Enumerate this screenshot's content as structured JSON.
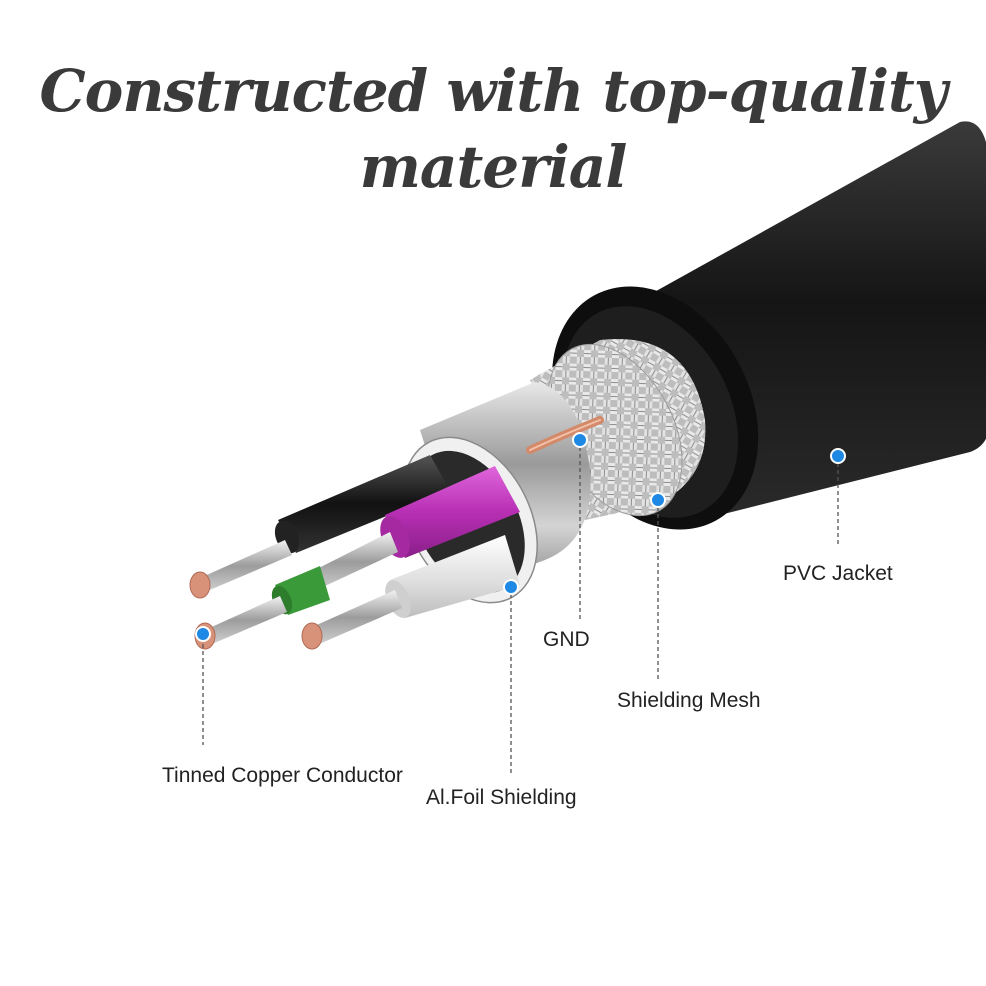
{
  "headline": {
    "line1": "Constructed with top-quality",
    "line2": "material"
  },
  "callouts": {
    "pvc_jacket": "PVC Jacket",
    "gnd": "GND",
    "shielding_mesh": "Shielding Mesh",
    "tinned_copper": "Tinned Copper Conductor",
    "foil_shielding": "Al.Foil Shielding"
  },
  "colors": {
    "title": "#3a3a3a",
    "jacket": "#1c1c1c",
    "magenta_wire": "#c43cc0",
    "green_wire": "#3a9a3a",
    "white_wire": "#e6e6e6",
    "copper": "#d9927a",
    "dot": "#1e88e5"
  }
}
